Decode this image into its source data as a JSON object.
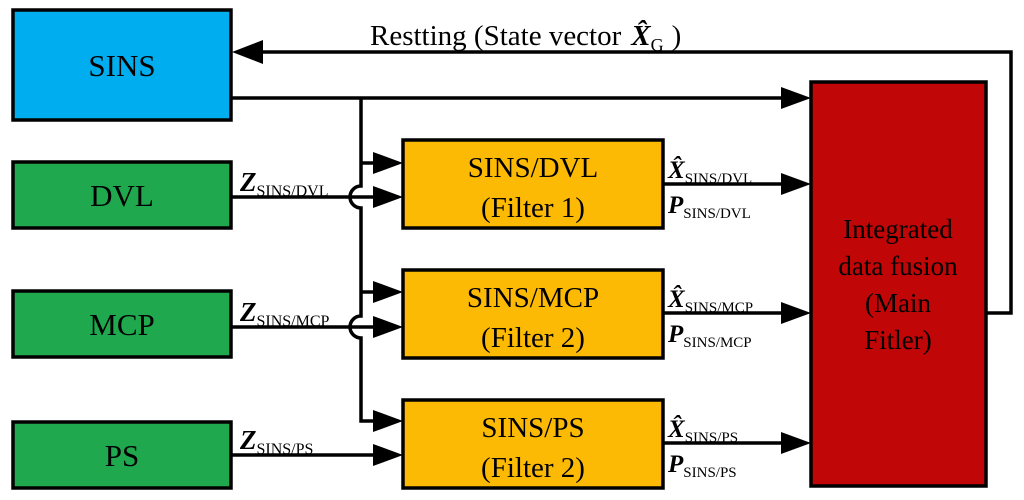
{
  "colors": {
    "sins": "#00AEEF",
    "sensor": "#1FA84D",
    "filter": "#FCBA04",
    "fusion": "#C00606",
    "line": "#000000"
  },
  "blocks": {
    "sins": {
      "label": "SINS"
    },
    "dvl": {
      "label": "DVL"
    },
    "mcp": {
      "label": "MCP"
    },
    "ps": {
      "label": "PS"
    },
    "filter1": {
      "line1": "SINS/DVL",
      "line2": "(Filter 1)"
    },
    "filter2": {
      "line1": "SINS/MCP",
      "line2": "(Filter 2)"
    },
    "filter3": {
      "line1": "SINS/PS",
      "line2": "(Filter 2)"
    },
    "fusion": {
      "line1": "Integrated",
      "line2": "data fusion",
      "line3": "(Main",
      "line4": "Fitler)"
    }
  },
  "signals": {
    "feedback": {
      "prefix": "Restting (State vector",
      "symbol": "X̂",
      "subscript": "G",
      "suffix": ")"
    },
    "z_dvl": {
      "symbol": "Z",
      "subscript": "SINS/DVL"
    },
    "z_mcp": {
      "symbol": "Z",
      "subscript": "SINS/MCP"
    },
    "z_ps": {
      "symbol": "Z",
      "subscript": "SINS/PS"
    },
    "out1": {
      "x_symbol": "X̂",
      "x_sub": "SINS/DVL",
      "p_symbol": "P",
      "p_sub": "SINS/DVL"
    },
    "out2": {
      "x_symbol": "X̂",
      "x_sub": "SINS/MCP",
      "p_symbol": "P",
      "p_sub": "SINS/MCP"
    },
    "out3": {
      "x_symbol": "X̂",
      "x_sub": "SINS/PS",
      "p_symbol": "P",
      "p_sub": "SINS/PS"
    }
  }
}
